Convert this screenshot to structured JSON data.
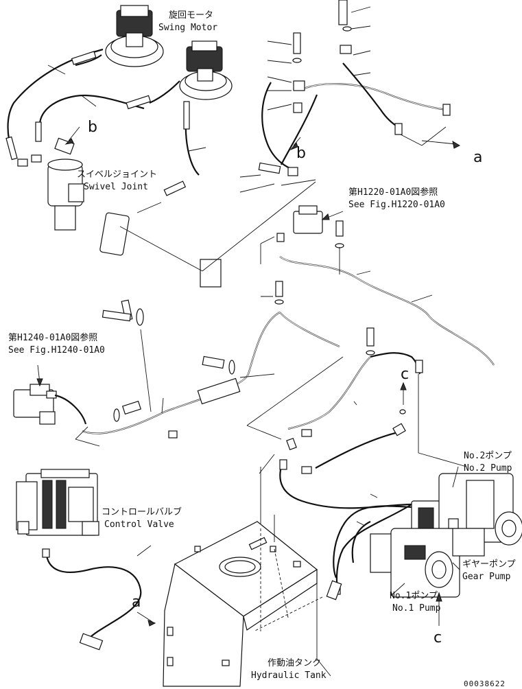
{
  "labels": {
    "swing_motor_jp": "旋回モータ",
    "swing_motor_en": "Swing Motor",
    "swivel_joint_jp": "スイベルジョイント",
    "swivel_joint_en": "Swivel Joint",
    "ref_h1220_jp": "第H1220-01A0図参照",
    "ref_h1220_en": "See Fig.H1220-01A0",
    "ref_h1240_jp": "第H1240-01A0図参照",
    "ref_h1240_en": "See Fig.H1240-01A0",
    "control_valve_jp": "コントロールバルブ",
    "control_valve_en": "Control Valve",
    "no2_pump_jp": "No.2ポンプ",
    "no2_pump_en": "No.2 Pump",
    "gear_pump_jp": "ギヤーポンプ",
    "gear_pump_en": "Gear Pump",
    "no1_pump_jp": "No.1ポンプ",
    "no1_pump_en": "No.1 Pump",
    "hydraulic_tank_jp": "作動油タンク",
    "hydraulic_tank_en": "Hydraulic Tank"
  },
  "callouts": {
    "a_right": "a",
    "a_left": "a",
    "b_left": "b",
    "b_right": "b",
    "c_middle": "c",
    "c_bottom": "c"
  },
  "document_number": "00038622"
}
